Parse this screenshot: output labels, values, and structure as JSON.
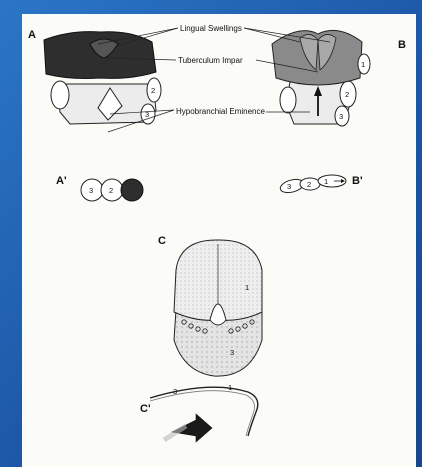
{
  "panels": {
    "a": "A",
    "b": "B",
    "a1": "A'",
    "b1": "B'",
    "c": "C",
    "c1": "C'"
  },
  "labels": {
    "lingual_swellings": "Lingual Swellings",
    "tuberculum_impar": "Tuberculum Impar",
    "hypobranchial_eminence": "Hypobranchial Eminence"
  },
  "arch_numbers": {
    "one": "1",
    "two": "2",
    "three": "3"
  },
  "colors": {
    "background": "#1f5fae",
    "paper": "#fbfbf8",
    "dark_tissue": "#2e2e2e",
    "mid_tissue": "#8a8a8a"
  }
}
